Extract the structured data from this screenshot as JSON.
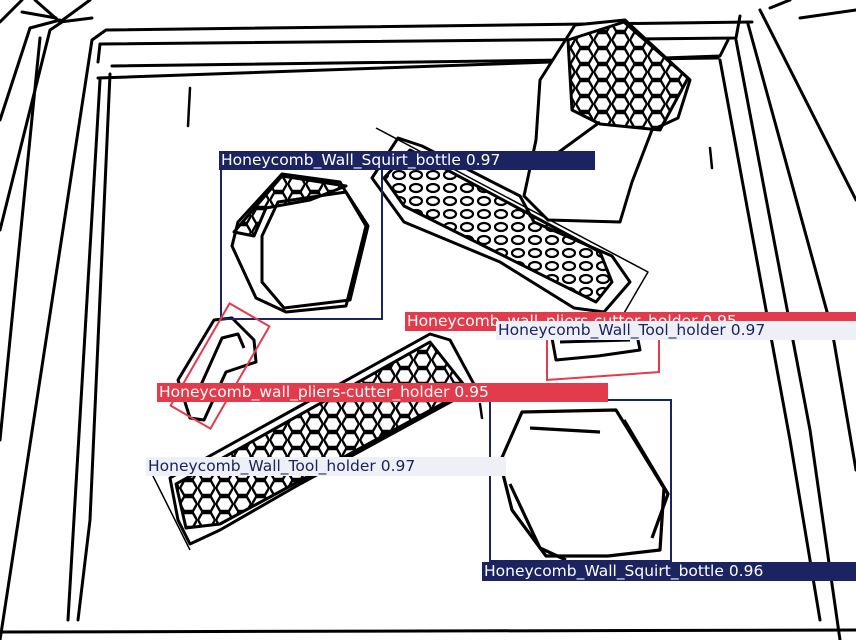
{
  "colors": {
    "squirt_bottle_box": "#1b2460",
    "tool_holder_box": "#1b2460",
    "pliers_box": "#e23b4b",
    "tool_holder_label_bg": "#eef0f6"
  },
  "detections": [
    {
      "class": "Honeycomb_Wall_Squirt_bottle",
      "confidence": "0.97",
      "label": "Honeycomb_Wall_Squirt_bottle 0.97"
    },
    {
      "class": "Honeycomb_wall_pliers-cutter_holder",
      "confidence": "0.95",
      "label": "Honeycomb_wall_pliers-cutter_holder 0.95"
    },
    {
      "class": "Honeycomb_Wall_Tool_holder",
      "confidence": "0.97",
      "label": "Honeycomb_Wall_Tool_holder 0.97"
    },
    {
      "class": "Honeycomb_wall_pliers-cutter_holder",
      "confidence": "0.95",
      "label": "Honeycomb_wall_pliers-cutter_holder 0.95"
    },
    {
      "class": "Honeycomb_Wall_Tool_holder",
      "confidence": "0.97",
      "label": "Honeycomb_Wall_Tool_holder 0.97"
    },
    {
      "class": "Honeycomb_Wall_Squirt_bottle",
      "confidence": "0.96",
      "label": "Honeycomb_Wall_Squirt_bottle 0.96"
    }
  ]
}
